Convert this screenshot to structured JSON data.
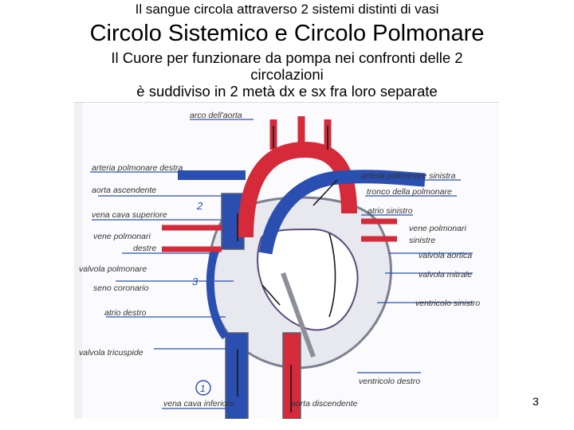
{
  "slide": {
    "subtitle": "Il sangue circola attraverso 2 sistemi distinti di vasi",
    "title": "Circolo Sistemico e Circolo Polmonare",
    "description_line1": "Il Cuore per funzionare da pompa nei confronti delle 2",
    "description_line2": "circolazioni",
    "description_line3": "è suddiviso in 2 metà dx e sx fra loro separate",
    "page_number": "3"
  },
  "diagram": {
    "labels_left": [
      "arteria polmonare destra",
      "aorta ascendente",
      "vena cava superiore",
      "vene polmonari",
      "destre",
      "valvola polmonare",
      "seno coronario",
      "atrio destro",
      "valvola tricuspide",
      "vena cava inferiore"
    ],
    "labels_right": [
      "arteria polmonare sinistra",
      "tronco della polmonare",
      "atrio sinistro",
      "vene polmonari",
      "sinistre",
      "valvola aortica",
      "valvola mitrale",
      "ventricolo sinistro",
      "ventricolo destro"
    ],
    "labels_top": [
      "arco dell'aorta"
    ],
    "labels_bottom": [
      "aorta discendente"
    ],
    "markers": [
      "1",
      "2",
      "3"
    ],
    "colors": {
      "oxygenated": "#d42a3a",
      "deoxygenated": "#2a4fb0",
      "heart_wall": "#8a8f9a",
      "arrow": "#1a1a1a"
    }
  }
}
